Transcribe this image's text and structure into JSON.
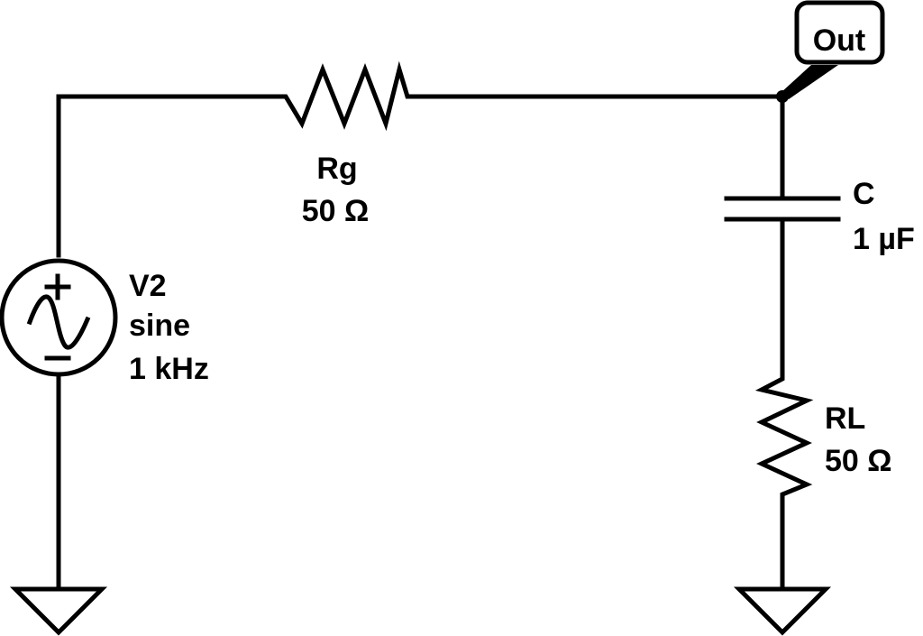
{
  "diagram": {
    "type": "circuit-schematic",
    "components": {
      "source": {
        "name": "V2",
        "waveform": "sine",
        "frequency": "1 kHz",
        "plus_sign": "+",
        "minus_sign": "−"
      },
      "rg": {
        "name": "Rg",
        "value": "50 Ω"
      },
      "capacitor": {
        "name": "C",
        "value": "1 µF"
      },
      "rl": {
        "name": "RL",
        "value": "50 Ω"
      }
    },
    "net_label": {
      "text": "Out"
    },
    "colors": {
      "stroke": "#000000",
      "background": "#ffffff"
    }
  }
}
